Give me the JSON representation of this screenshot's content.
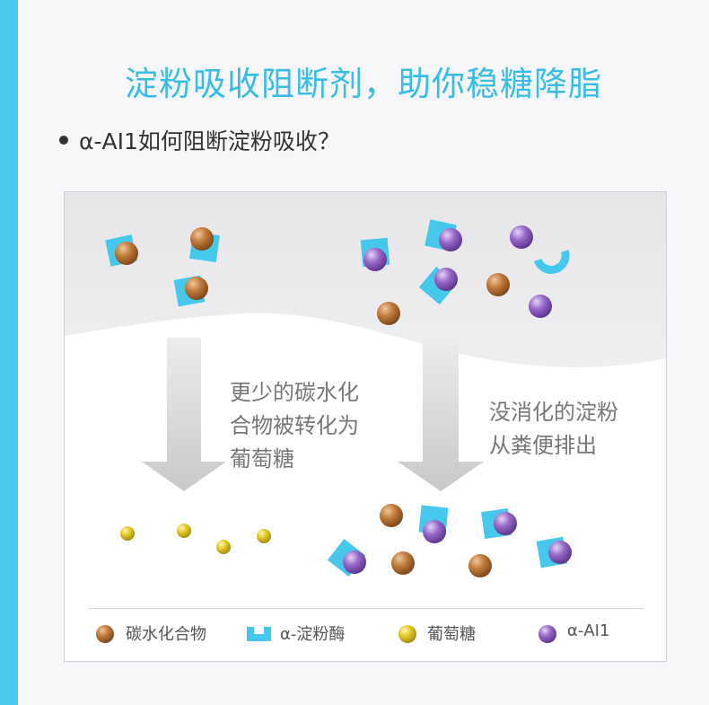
{
  "title": "淀粉吸收阻断剂，助你稳糖降脂",
  "question": "α-AI1如何阻断淀粉吸收？",
  "captions": {
    "left": [
      "更少的碳水化",
      "合物被转化为",
      "葡萄糖"
    ],
    "right": [
      "没消化的淀粉",
      "从粪便排出"
    ]
  },
  "legend": [
    {
      "key": "carb",
      "label": "碳水化合物"
    },
    {
      "key": "enzyme",
      "label": "α-淀粉酶"
    },
    {
      "key": "glucose",
      "label": "葡萄糖"
    },
    {
      "key": "ai1",
      "label": "α-AI1"
    }
  ],
  "colors": {
    "accent": "#38bde6",
    "side_bar": "#4cc7ee",
    "carb": "#b06a2c",
    "glucose": "#d9c21e",
    "ai1": "#8a5cbf",
    "enzyme": "#45c8ec"
  }
}
